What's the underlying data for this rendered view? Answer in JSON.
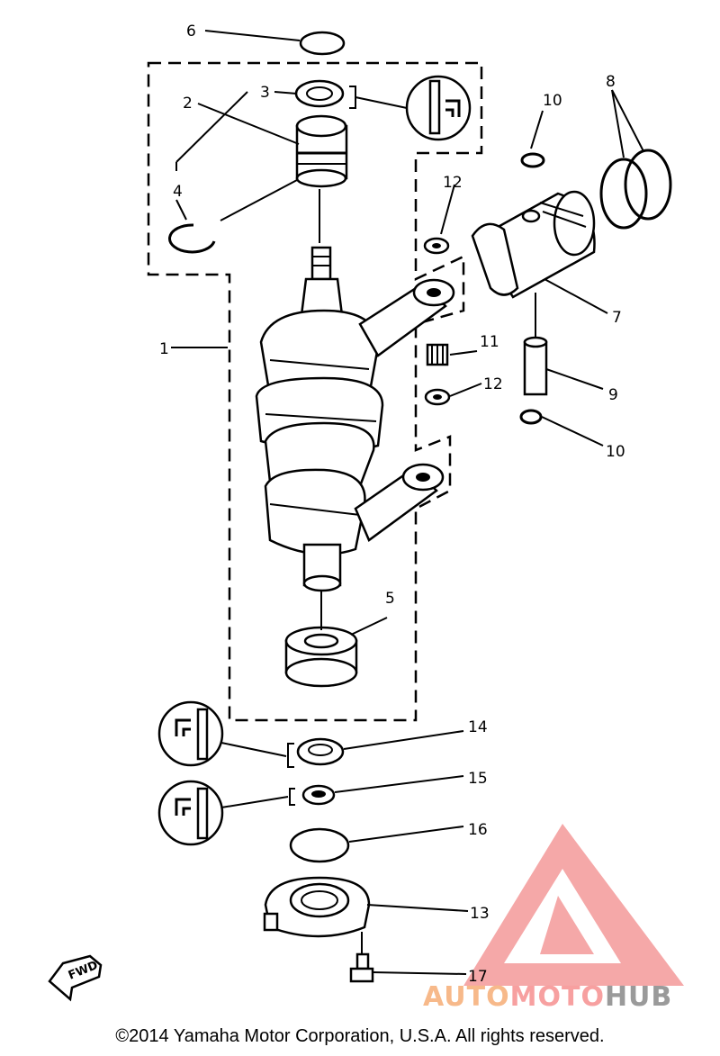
{
  "diagram": {
    "part_labels": [
      "1",
      "2",
      "3",
      "4",
      "5",
      "6",
      "7",
      "8",
      "9",
      "10",
      "10",
      "11",
      "12",
      "12",
      "13",
      "14",
      "15",
      "16",
      "17"
    ],
    "fwd_label": "FWD"
  },
  "watermark": {
    "auto": "AUTO",
    "moto": "MOTO",
    "hub": "HUB",
    "colors": {
      "auto": "#f7b98a",
      "moto": "#f7a0a0",
      "hub": "#9a9a9a",
      "triangle": "#f28b8b"
    }
  },
  "footer": {
    "copyright": "©2014 Yamaha Motor Corporation, U.S.A. All rights reserved."
  }
}
